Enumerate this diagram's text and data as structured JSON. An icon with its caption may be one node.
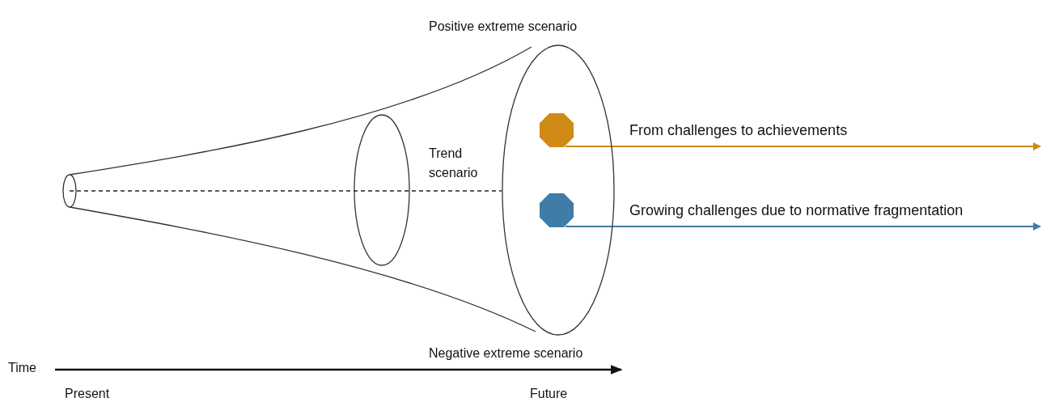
{
  "diagram": {
    "nodes": [
      {
        "text": [],
        "shape": "ellipse",
        "beside": [
          "Positive extreme scenario",
          "Negative extreme scenario"
        ]
      },
      {
        "text": [],
        "shape": "octagon",
        "in": 0
      },
      {
        "text": [],
        "shape": "octagon",
        "in": 0
      }
    ],
    "edges": [
      {
        "from": 1,
        "to": null,
        "arrow": "to",
        "label": "From challenges to achievements",
        "color": "#d08a16"
      },
      {
        "from": 2,
        "to": null,
        "arrow": "to",
        "label": "Growing challenges due to normative fragmentation",
        "color": "#3f7ca8"
      }
    ],
    "labels": [
      "Trend scenario",
      "Time",
      "Present",
      "Future"
    ]
  }
}
